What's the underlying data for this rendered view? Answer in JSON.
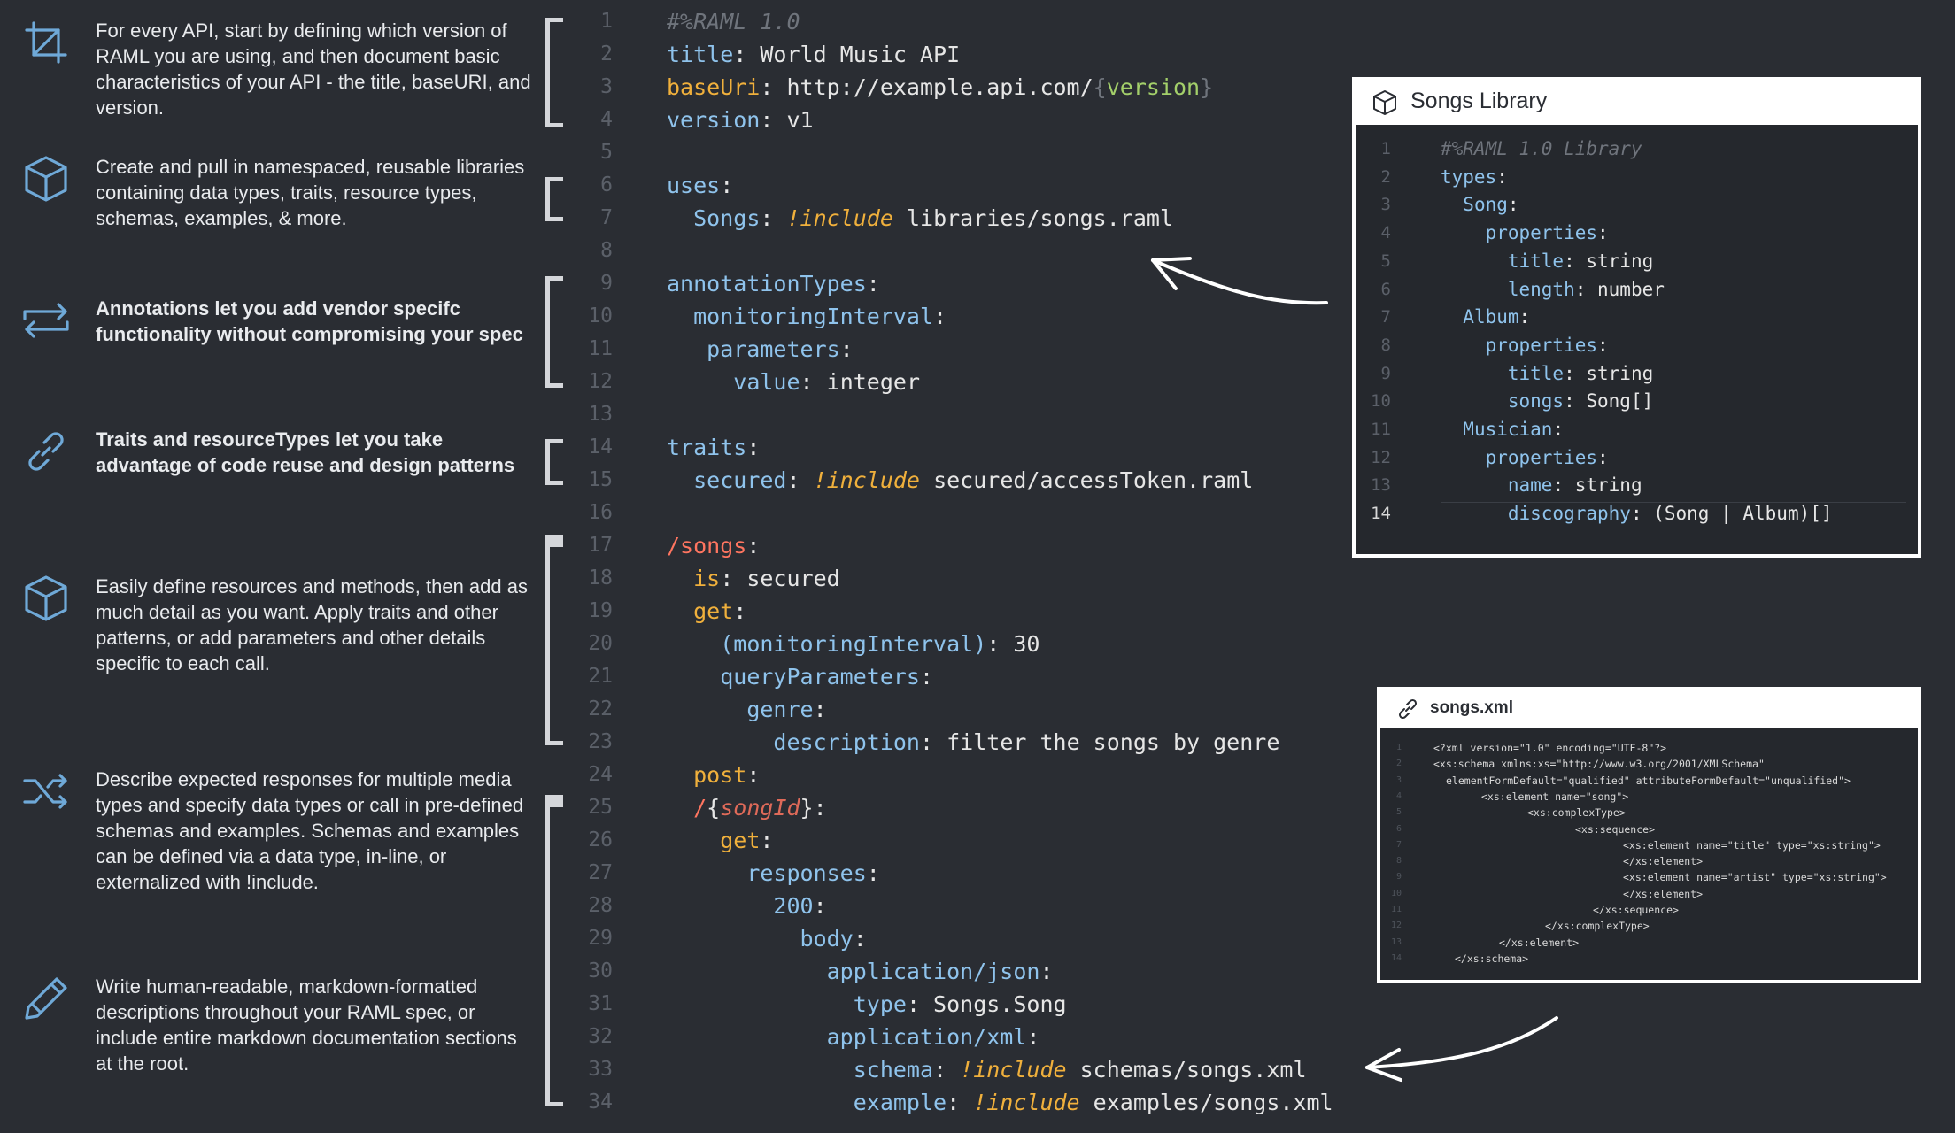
{
  "features": [
    {
      "icon": "crop-icon",
      "text": "For every API, start by defining which version of RAML you are using, and then document basic characteristics of your API - the title, baseURI, and version.",
      "bold": false
    },
    {
      "icon": "cube-icon",
      "text": "Create and pull in namespaced, reusable libraries containing data types, traits, resource types, schemas, examples, & more.",
      "bold": false
    },
    {
      "icon": "repeat-icon",
      "text": "Annotations let you add vendor specifc functionality without compromising your spec",
      "bold": true
    },
    {
      "icon": "link-icon",
      "text": "Traits and resourceTypes let you take advantage of code reuse and design patterns",
      "bold": true
    },
    {
      "icon": "cube-icon",
      "text": "Easily define resources and methods, then add as much detail as you want. Apply traits and other patterns, or add parameters and other details specific to each call.",
      "bold": false
    },
    {
      "icon": "shuffle-icon",
      "text": "Describe expected responses for multiple media types and specify data types or call in pre-defined schemas and examples. Schemas and examples can be defined via a data type, in-line, or externalized with !include.",
      "bold": false
    },
    {
      "icon": "pencil-icon",
      "text": "Write human-readable, markdown-formatted descriptions throughout your RAML spec, or include entire markdown documentation sections at the root.",
      "bold": false
    }
  ],
  "main_code": {
    "line_numbers": [
      "1",
      "2",
      "3",
      "4",
      "5",
      "6",
      "7",
      "8",
      "9",
      "10",
      "11",
      "12",
      "13",
      "14",
      "15",
      "16",
      "17",
      "18",
      "19",
      "20",
      "21",
      "22",
      "23",
      "24",
      "25",
      "26",
      "27",
      "28",
      "29",
      "30",
      "31",
      "32",
      "33",
      "34"
    ],
    "comment": "#%RAML 1.0",
    "title_key": "title",
    "title_val": "World Music API",
    "baseuri_key": "baseUri",
    "baseuri_val": "http://example.api.com/",
    "baseuri_var": "version",
    "version_key": "version",
    "version_val": "v1",
    "uses_key": "uses",
    "songs_key": "Songs",
    "include_kw": "!include",
    "songs_lib_path": "libraries/songs.raml",
    "annotation_types_key": "annotationTypes",
    "monitoring_key": "monitoringInterval",
    "parameters_key": "parameters",
    "value_key": "value",
    "value_type": "integer",
    "traits_key": "traits",
    "secured_key": "secured",
    "secured_path": "secured/accessToken.raml",
    "songs_resource": "/songs",
    "is_key": "is",
    "is_val": "secured",
    "get_key": "get",
    "annotation_ref": "(monitoringInterval)",
    "annotation_val": "30",
    "query_params_key": "queryParameters",
    "genre_key": "genre",
    "description_key": "description",
    "description_val": "filter the songs by genre",
    "post_key": "post",
    "song_id_resource_prefix": "/",
    "song_id_param": "songId",
    "responses_key": "responses",
    "status_code": "200",
    "body_key": "body",
    "json_media": "application/json",
    "type_key": "type",
    "type_val": "Songs.Song",
    "xml_media": "application/xml",
    "schema_key": "schema",
    "schema_path": "schemas/songs.xml",
    "example_key": "example",
    "example_path": "examples/songs.xml"
  },
  "songs_library": {
    "title": "Songs Library",
    "line_numbers": [
      "1",
      "2",
      "3",
      "4",
      "5",
      "6",
      "7",
      "8",
      "9",
      "10",
      "11",
      "12",
      "13",
      "14"
    ],
    "comment": "#%RAML 1.0 Library",
    "types": "types",
    "song": "Song",
    "properties": "properties",
    "title_k": "title",
    "string": "string",
    "length_k": "length",
    "number": "number",
    "album": "Album",
    "songs_k": "songs",
    "song_array": "Song[]",
    "musician": "Musician",
    "name_k": "name",
    "discography": "discography",
    "disco_val": "(Song | Album)[]"
  },
  "songs_xml": {
    "title": "songs.xml",
    "line_numbers": [
      "1",
      "2",
      "3",
      "4",
      "5",
      "6",
      "7",
      "8",
      "9",
      "10",
      "11",
      "12",
      "13",
      "14"
    ],
    "lines": [
      "<?xml version=\"1.0\" encoding=\"UTF-8\"?>",
      "<xs:schema xmlns:xs=\"http://www.w3.org/2001/XMLSchema\"",
      "elementFormDefault=\"qualified\" attributeFormDefault=\"unqualified\">",
      "<xs:element name=\"song\">",
      "<xs:complexType>",
      "<xs:sequence>",
      "<xs:element name=\"title\" type=\"xs:string\">",
      "</xs:element>",
      "<xs:element name=\"artist\" type=\"xs:string\">",
      "</xs:element>",
      "</xs:sequence>",
      "</xs:complexType>",
      "</xs:element>",
      "</xs:schema>"
    ]
  },
  "colors": {
    "background": "#2a2d33",
    "key": "#8fc3ec",
    "include": "#f0b03c",
    "resource": "#ff7560",
    "string": "#a3cf6a",
    "comment": "#6f747c"
  }
}
